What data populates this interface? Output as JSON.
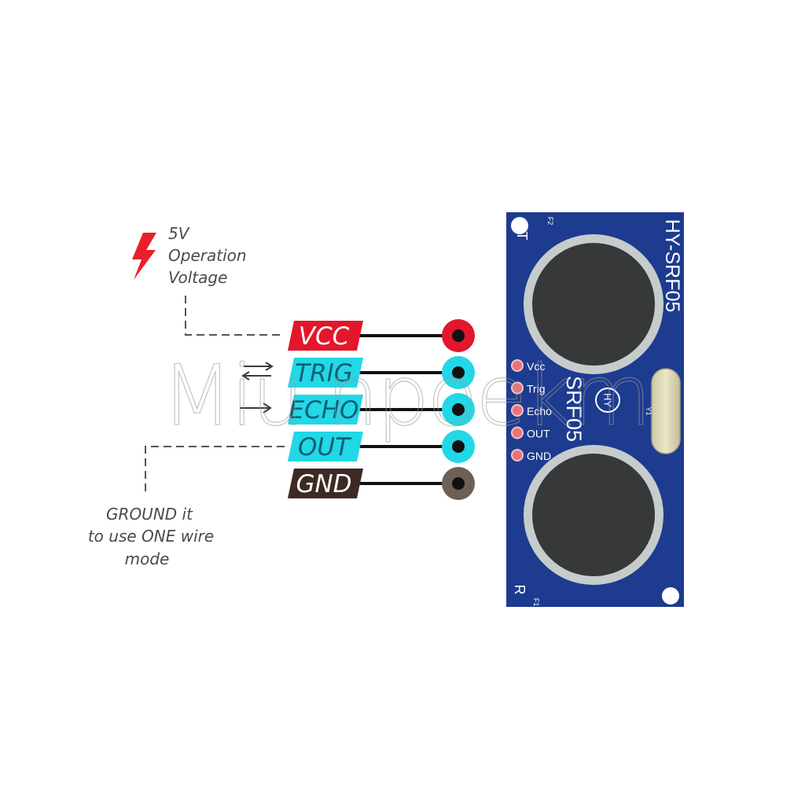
{
  "notes": {
    "voltage": [
      "5V",
      "Operation",
      "Voltage"
    ],
    "ground": [
      "GROUND it",
      "to use ONE wire",
      "mode"
    ]
  },
  "pins": [
    {
      "label": "VCC",
      "fill": "#e3162b",
      "text": "#ffffff",
      "dot": "#e3162b"
    },
    {
      "label": "TRIG",
      "fill": "#22d7e6",
      "text": "#0f5f74",
      "dot": "#22d7e6"
    },
    {
      "label": "ECHO",
      "fill": "#22d7e6",
      "text": "#0f5f74",
      "dot": "#22d7e6"
    },
    {
      "label": "OUT",
      "fill": "#22d7e6",
      "text": "#0f5f74",
      "dot": "#22d7e6"
    },
    {
      "label": "GND",
      "fill": "#3e2a24",
      "text": "#ffffff",
      "dot": "#6e6056"
    }
  ],
  "board": {
    "model": "HY-SRF05",
    "logo": "HY",
    "logo_model": "SRF05",
    "pin_labels": [
      "Vcc",
      "Trig",
      "Echo",
      "OUT",
      "GND"
    ],
    "silk_t": "T",
    "silk_r": "R",
    "silk_f2": "F2",
    "silk_f1": "F1",
    "silk_y1": "Y1",
    "color": "#1d3b8f"
  },
  "watermark": "Miu npoekm",
  "colors": {
    "note_text": "#4a4a4a",
    "dash": "#555555",
    "wire": "#111111"
  }
}
